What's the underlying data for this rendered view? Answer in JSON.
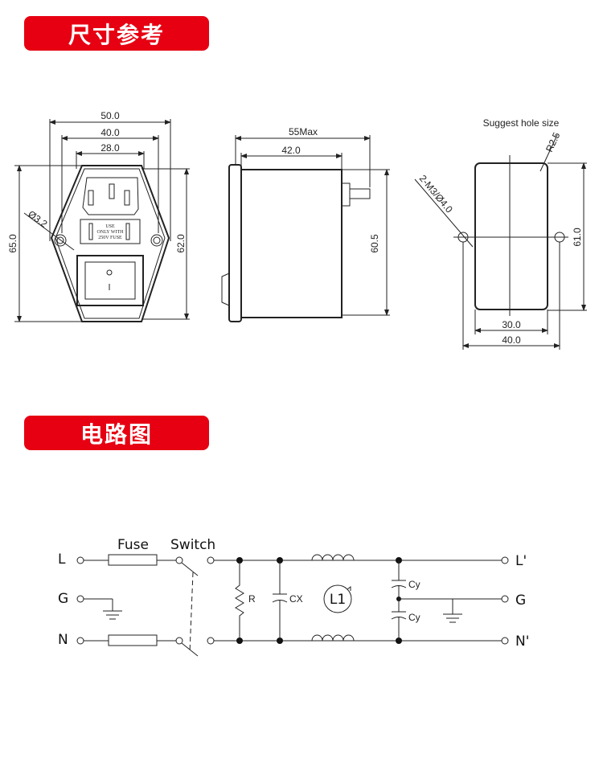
{
  "sections": {
    "dimensions_title": "尺寸参考",
    "circuit_title": "电路图"
  },
  "front_view": {
    "dim_width_outer": "50.0",
    "dim_width_holes": "40.0",
    "dim_width_body": "28.0",
    "dim_height_outer": "65.0",
    "dim_height_body": "62.0",
    "dim_hole_dia": "Ø3.2",
    "fuse_label_line1": "USE",
    "fuse_label_line2": "ONLY WITH",
    "fuse_label_line3": "250V FUSE"
  },
  "side_view": {
    "dim_total_length": "55Max",
    "dim_body_length": "42.0",
    "dim_height": "60.5"
  },
  "cutout": {
    "title": "Suggest hole size",
    "dim_radius": "R2.5",
    "dim_holes": "2-M3/Ø4.0",
    "dim_height": "61.0",
    "dim_width_cutout": "30.0",
    "dim_width_holes": "40.0"
  },
  "circuit": {
    "terminal_L": "L",
    "terminal_G": "G",
    "terminal_N": "N",
    "fuse": "Fuse",
    "switch": "Switch",
    "resistor": "R",
    "cap_x": "CX",
    "inductor": "L1",
    "cap_y_top": "Cy",
    "cap_y_bottom": "Cy",
    "out_L": "L'",
    "out_G": "G",
    "out_N": "N'"
  },
  "colors": {
    "banner": "#e60012"
  }
}
